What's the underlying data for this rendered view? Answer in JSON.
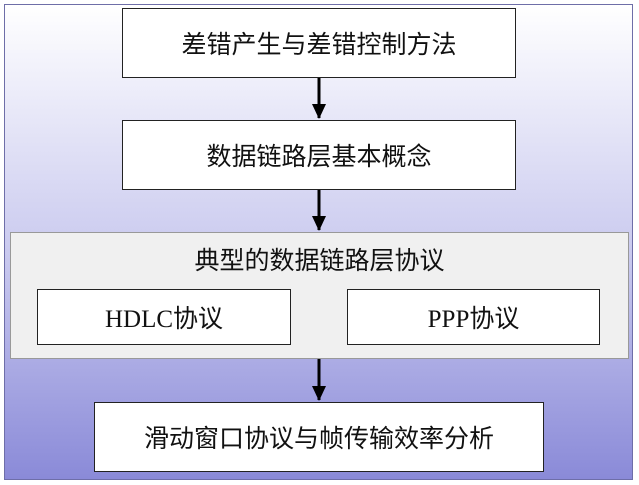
{
  "steps": {
    "step1": "差错产生与差错控制方法",
    "step2": "数据链路层基本概念",
    "step3": {
      "title": "典型的数据链路层协议",
      "items": [
        "HDLC协议",
        "PPP协议"
      ]
    },
    "step4": "滑动窗口协议与帧传输效率分析"
  }
}
